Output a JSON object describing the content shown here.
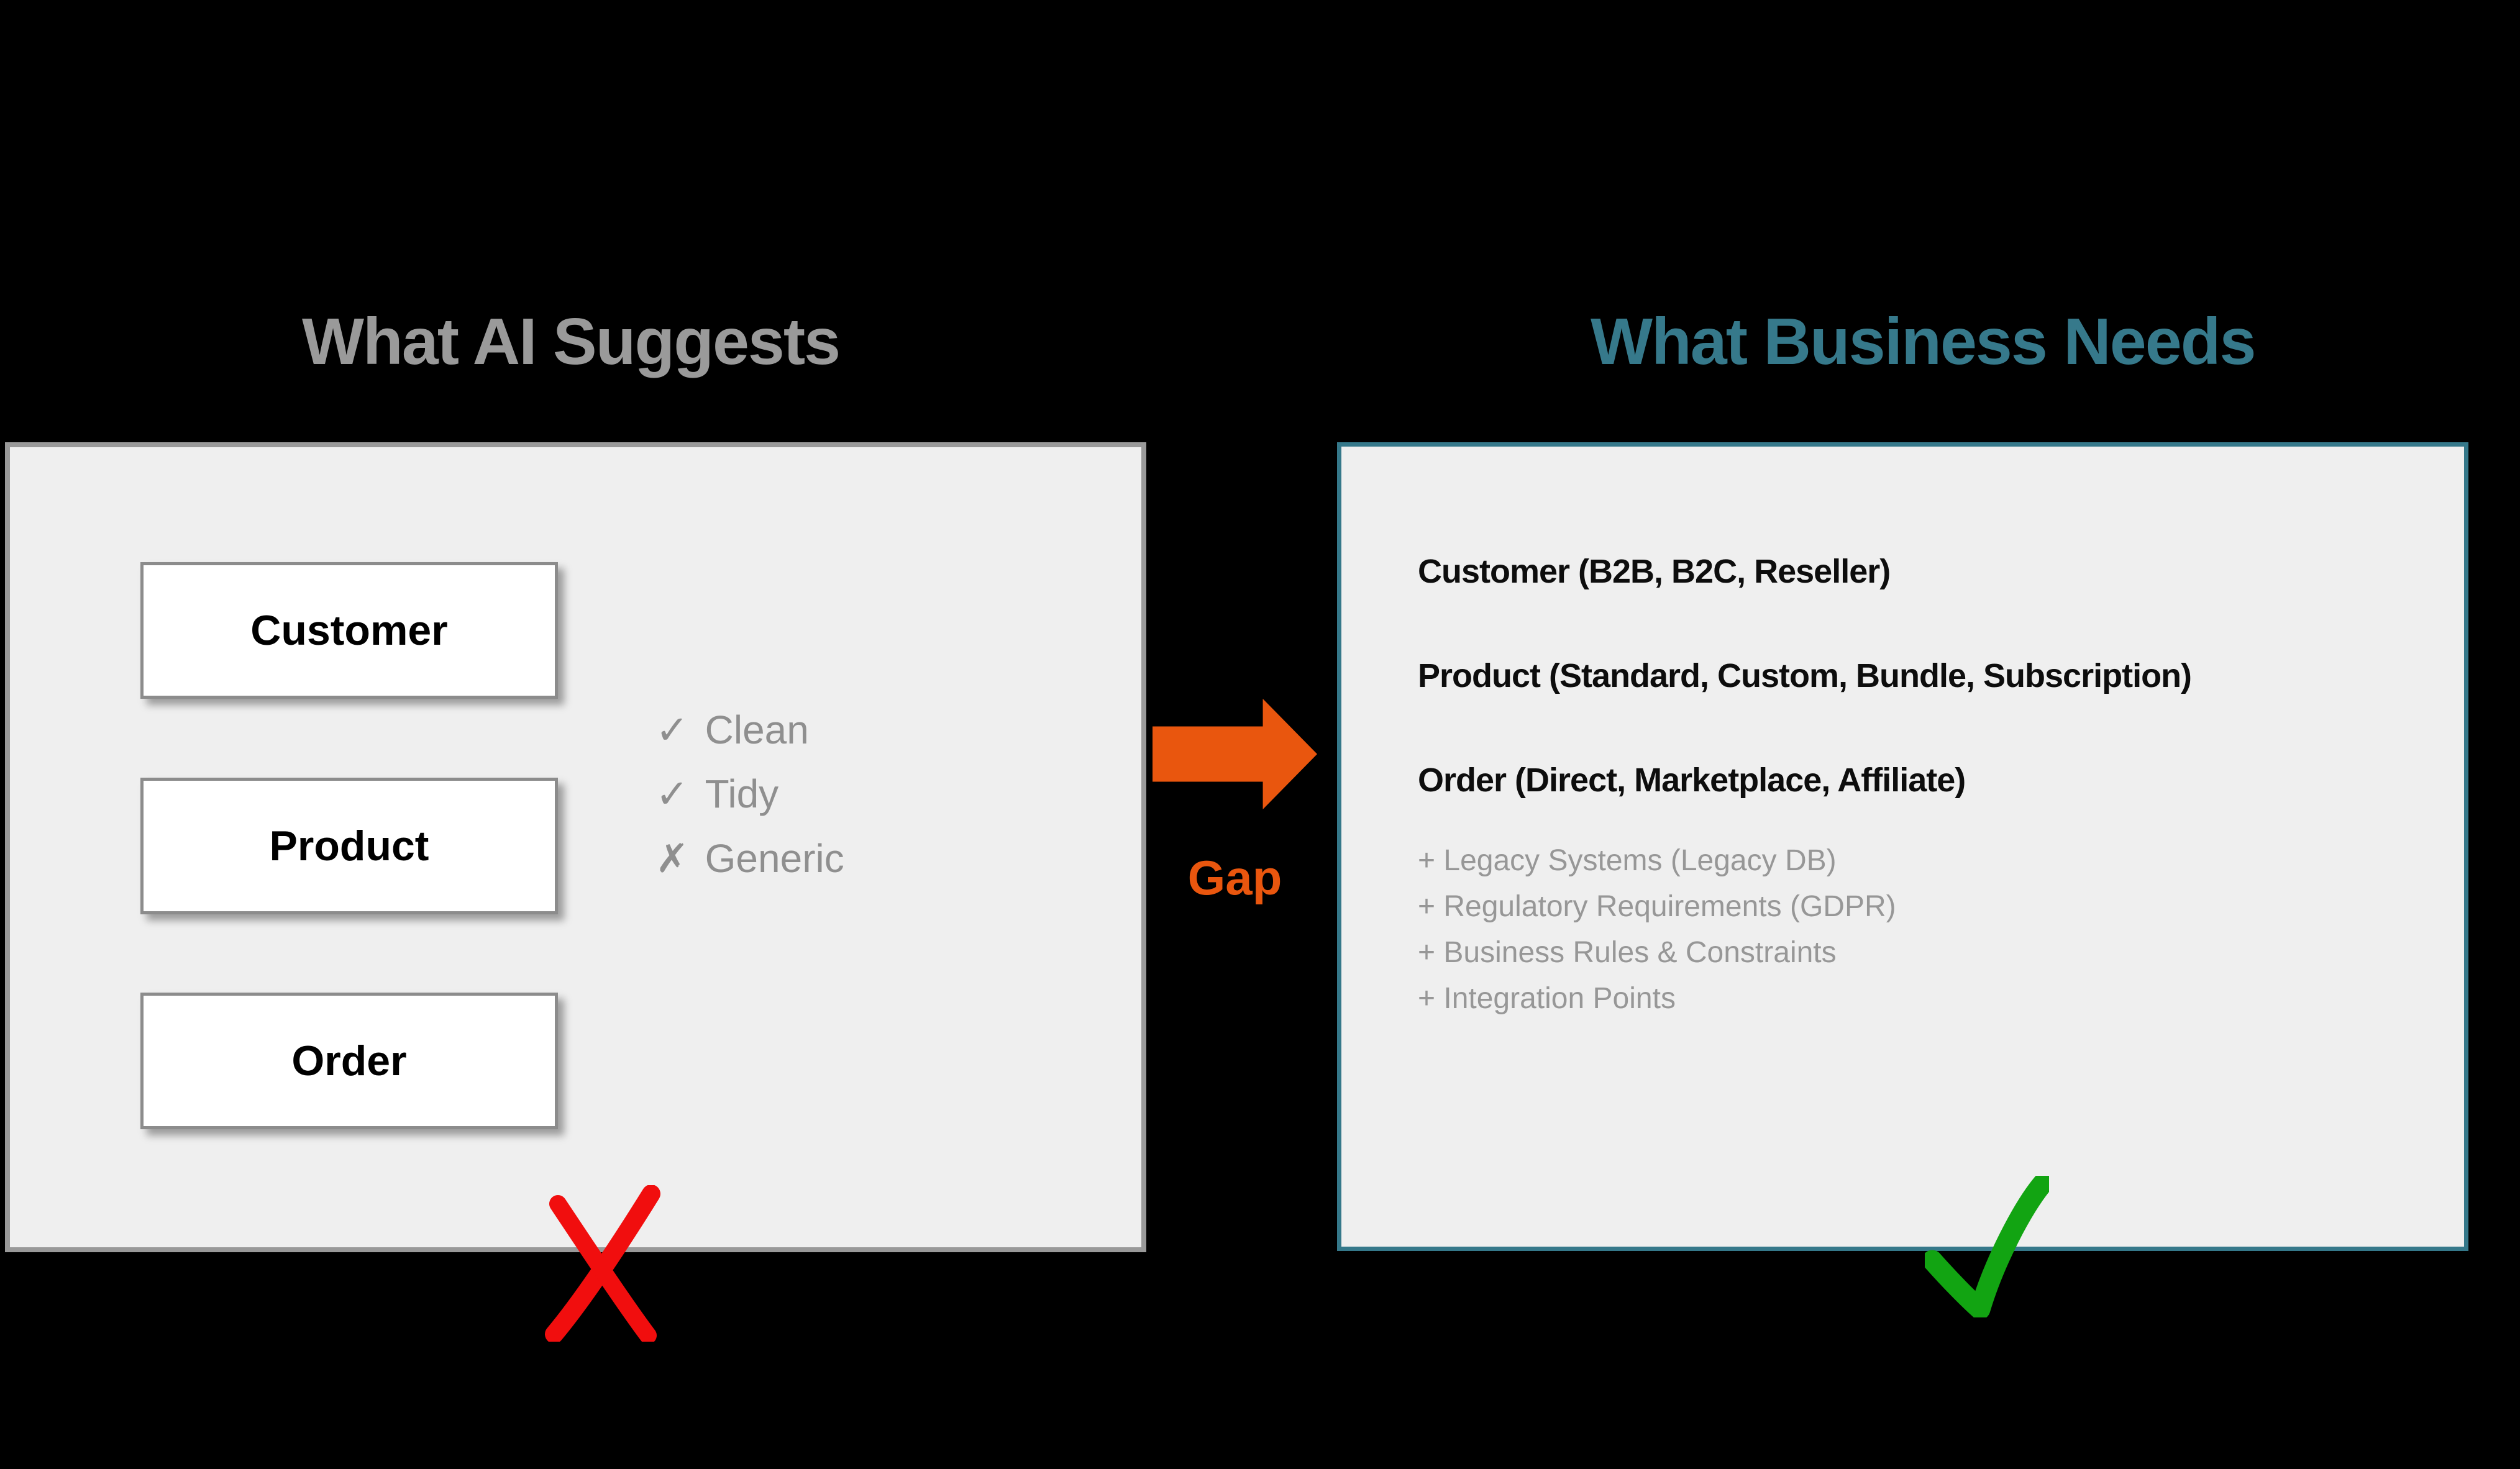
{
  "slide": {
    "left": {
      "title": "What AI Suggests",
      "entities": [
        "Customer",
        "Product",
        "Order"
      ],
      "checklist": [
        {
          "mark": "✓",
          "label": "Clean"
        },
        {
          "mark": "✓",
          "label": "Tidy"
        },
        {
          "mark": "✗",
          "label": "Generic"
        }
      ],
      "verdict_icon": "red-x-mark"
    },
    "gap": {
      "arrow_icon": "right-arrow",
      "label": "Gap"
    },
    "right": {
      "title": "What Business Needs",
      "entities": [
        "Customer (B2B, B2C, Reseller)",
        "Product (Standard, Custom, Bundle, Subscription)",
        "Order (Direct, Marketplace, Affiliate)"
      ],
      "additions": [
        "+ Legacy Systems (Legacy DB)",
        "+ Regulatory Requirements (GDPR)",
        "+ Business Rules & Constraints",
        "+ Integration Points"
      ],
      "verdict_icon": "green-check-mark"
    },
    "colors": {
      "background": "#000000",
      "panel_fill": "#EFEFEF",
      "left_title_gray": "#9A9A9A",
      "left_panel_border": "#999999",
      "entity_box_border": "#8C8C8C",
      "checklist_gray": "#8F8F8F",
      "teal": "#35788A",
      "orange": "#E9560E",
      "red_x": "#F10E0E",
      "green_check": "#12A412",
      "additions_gray": "#979797"
    }
  }
}
